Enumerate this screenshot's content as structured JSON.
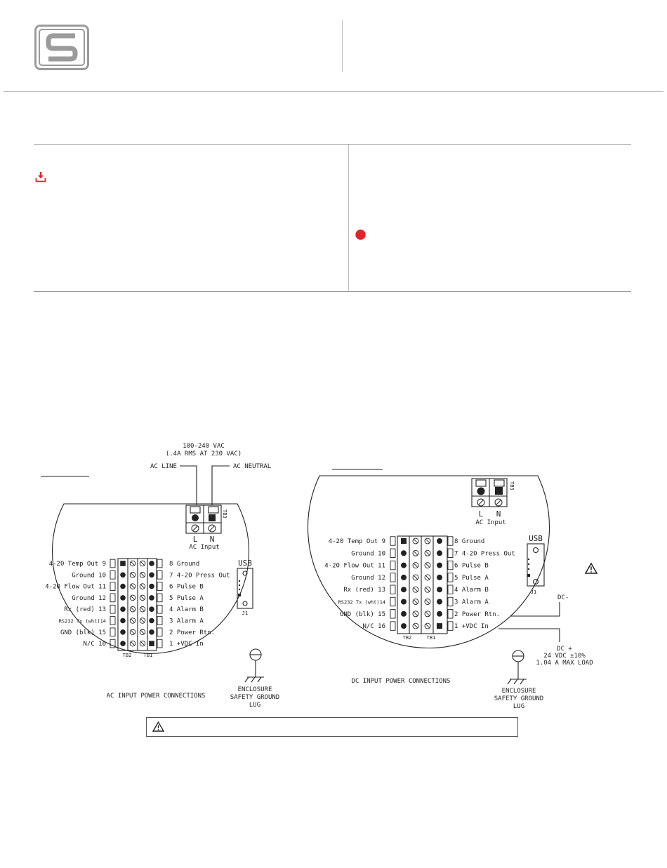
{
  "ac_diagram": {
    "caption": "AC INPUT POWER CONNECTIONS",
    "supply_line1": "100-240 VAC",
    "supply_line2": "(.4A RMS AT 230 VAC)",
    "ac_line_label": "AC LINE",
    "ac_neutral_label": "AC NEUTRAL",
    "tb3_label": "TB3",
    "l_label": "L",
    "n_label": "N",
    "ac_input_label": "AC Input",
    "usb_label": "USB",
    "j1_label": "J1",
    "tb2_label": "TB2",
    "tb1_label": "TB1",
    "ground_lug_lines": [
      "ENCLOSURE",
      "SAFETY GROUND",
      "LUG"
    ]
  },
  "dc_diagram": {
    "caption": "DC INPUT POWER CONNECTIONS",
    "tb3_label": "TB3",
    "l_label": "L",
    "n_label": "N",
    "ac_input_label": "AC Input",
    "usb_label": "USB",
    "j1_label": "J1",
    "tb2_label": "TB2",
    "tb1_label": "TB1",
    "dc_minus_label": "DC-",
    "dc_plus_lines": [
      "DC +",
      "24 VDC ±10%",
      "1.04 A MAX LOAD"
    ],
    "ground_lug_lines": [
      "ENCLOSURE",
      "SAFETY GROUND",
      "LUG"
    ]
  },
  "left_terminals": [
    "4-20 Temp Out 9",
    "Ground 10",
    "4-20 Flow Out 11",
    "Ground 12",
    "Rx (red) 13",
    "RS232 Tx (wht)14",
    "GND (blk) 15",
    "N/C 16"
  ],
  "right_terminals": [
    "8 Ground",
    "7 4-20 Press Out",
    "6 Pulse B",
    "5 Pulse A",
    "4 Alarm B",
    "3 Alarm A",
    "2 Power Rtn.",
    "1 +VDC In"
  ],
  "icons": {
    "logo": "s-logo",
    "download": "download-icon",
    "alert": "red-dot-icon",
    "warning": "warning-triangle-icon"
  },
  "colors": {
    "accent_red": "#e0242b",
    "logo_gray": "#9b9b9b",
    "line": "#222222"
  }
}
